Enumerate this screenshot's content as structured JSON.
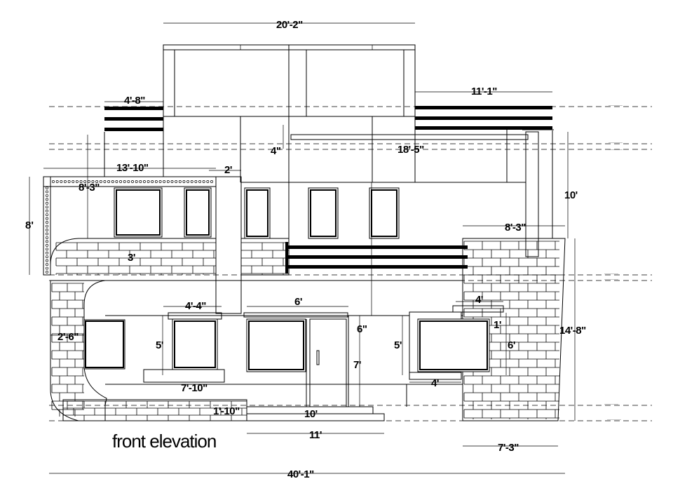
{
  "title": "front elevation",
  "dimensions": {
    "top_width": "20'-2\"",
    "left_canopy": "4'-8\"",
    "right_canopy": "11'-1\"",
    "parapet_gap": "4\"",
    "slab_span": "18'-5\"",
    "left_wing": "13'-10\"",
    "column": "2'",
    "inner_left": "8'-3\"",
    "left_height": "8'",
    "sill": "3'",
    "right_top": "10'",
    "right_block": "8'-3\"",
    "window_top": "4'-4\"",
    "door_top": "6'",
    "window_right_top": "4'",
    "window_right_side": "1'",
    "left_corner": "2'-6\"",
    "win_h1": "5'",
    "win_h2": "5'",
    "win_h3": "6'",
    "lintel": "6\"",
    "door_h": "7'",
    "right_total_h": "14'-8\"",
    "plinth_w": "7'-10\"",
    "step": "1'-10\"",
    "door_w": "10'",
    "bottom_11": "11'",
    "bottom_right": "7'-3\"",
    "window_bottom": "4'",
    "overall": "40'-1\""
  }
}
